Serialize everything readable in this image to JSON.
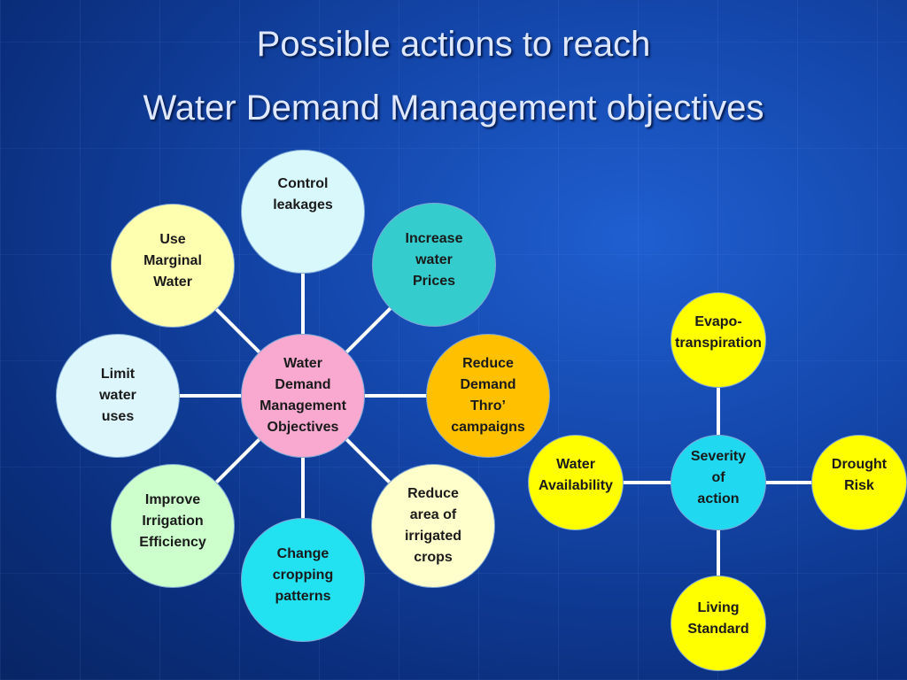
{
  "slide": {
    "title_line1": "Possible actions to reach",
    "title_line2": "Water Demand Management objectives"
  },
  "diagram_left": {
    "center": {
      "label": "Water\nDemand\nManagement\nObjectives",
      "color": "#f9a8d0"
    },
    "nodes": [
      {
        "id": "control-leakages",
        "label": "Control\nleakages",
        "color": "#d9f8fb"
      },
      {
        "id": "increase-water-prices",
        "label": "Increase\nwater\nPrices",
        "color": "#34cccc"
      },
      {
        "id": "reduce-demand-campaigns",
        "label": "Reduce\nDemand\nThro’\ncampaigns",
        "color": "#ffc000"
      },
      {
        "id": "reduce-irrigated-area",
        "label": "Reduce\narea of\nirrigated\ncrops",
        "color": "#ffffcc"
      },
      {
        "id": "change-cropping-patterns",
        "label": "Change\ncropping\npatterns",
        "color": "#22e2f2"
      },
      {
        "id": "improve-irrigation-efficiency",
        "label": "Improve\nIrrigation\nEfficiency",
        "color": "#ccffcc"
      },
      {
        "id": "limit-water-uses",
        "label": "Limit\nwater\nuses",
        "color": "#dcf6fb"
      },
      {
        "id": "use-marginal-water",
        "label": "Use\nMarginal\nWater",
        "color": "#ffffb0"
      }
    ]
  },
  "diagram_right": {
    "center": {
      "label": "Severity\nof\naction",
      "color": "#20d8f0"
    },
    "nodes": [
      {
        "id": "evapo-transpiration",
        "label": "Evapo-\ntranspiration",
        "color": "#ffff00"
      },
      {
        "id": "drought-risk",
        "label": "Drought\nRisk",
        "color": "#ffff00"
      },
      {
        "id": "living-standard",
        "label": "Living\nStandard",
        "color": "#ffff00"
      },
      {
        "id": "water-availability",
        "label": "Water\nAvailability",
        "color": "#ffff00"
      }
    ]
  },
  "connector_color": "#ffffff"
}
